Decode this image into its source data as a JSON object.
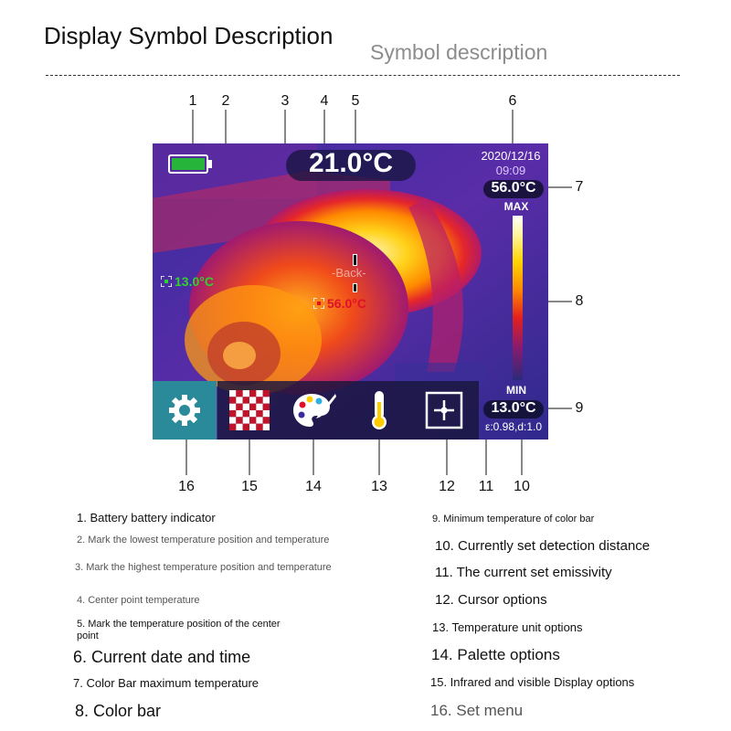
{
  "header": {
    "title": "Display Symbol Description",
    "subtitle": "Symbol description"
  },
  "callouts": {
    "top": [
      "1",
      "2",
      "3",
      "4",
      "5",
      "6"
    ],
    "right": [
      "7",
      "8",
      "9"
    ],
    "bottom": [
      "16",
      "15",
      "14",
      "13",
      "12",
      "11",
      "10"
    ]
  },
  "screen": {
    "center_temp": "21.0°C",
    "date": "2020/12/16",
    "time": "09:09",
    "max_temp": "56.0°C",
    "max_label": "MAX",
    "min_label": "MIN",
    "min_temp": "13.0°C",
    "emissivity_distance": "ε:0.98,d:1.0",
    "low_mark_temp": "13.0°C",
    "high_mark_temp": "56.0°C",
    "back_text": "-Back-",
    "battery_color": "#27b43a",
    "toolbar_icons": [
      "gear-icon",
      "checkerboard-icon",
      "palette-icon",
      "thermometer-icon",
      "crosshair-icon"
    ]
  },
  "descriptions": {
    "left": [
      "1. Battery battery indicator",
      "2. Mark the lowest temperature position and temperature",
      "3. Mark the highest temperature position and temperature",
      "4. Center point temperature",
      "5. Mark the temperature position of the center point",
      "6. Current date and time",
      "7. Color Bar maximum temperature",
      "8. Color bar"
    ],
    "right": [
      "9. Minimum temperature of color bar",
      "10. Currently set detection distance",
      "11. The current set emissivity",
      "12. Cursor options",
      "13. Temperature unit options",
      "14. Palette options",
      "15. Infrared and visible Display options",
      "16. Set menu"
    ]
  }
}
